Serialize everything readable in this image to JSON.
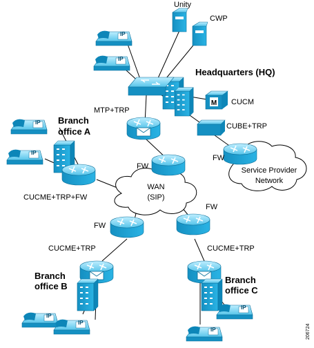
{
  "labels": {
    "unity": "Unity",
    "cwp": "CWP",
    "headquarters": "Headquarters (HQ)",
    "cucm": "CUCM",
    "mtp_trp": "MTP+TRP",
    "cube_trp": "CUBE+TRP",
    "fw_hq": "FW",
    "fw_sp": "FW",
    "service_provider_line1": "Service Provider",
    "service_provider_line2": "Network",
    "branch_a_line1": "Branch",
    "branch_a_line2": "office A",
    "cucme_trp_fw": "CUCME+TRP+FW",
    "wan_line1": "WAN",
    "wan_line2": "(SIP)",
    "fw_b": "FW",
    "fw_c": "FW",
    "cucme_trp_b": "CUCME+TRP",
    "cucme_trp_c": "CUCME+TRP",
    "branch_b_line1": "Branch",
    "branch_b_line2": "office B",
    "branch_c_line1": "Branch",
    "branch_c_line2": "office C",
    "phone_ip": "IP",
    "cucm_badge": "M",
    "figure_id": "206724"
  },
  "colors": {
    "device_main": "#1e9fd0",
    "device_light": "#6fd0ef",
    "device_dark": "#0a6f9a",
    "phone": "#2ab0df",
    "cloud": "#ffffff",
    "line": "#000000"
  }
}
